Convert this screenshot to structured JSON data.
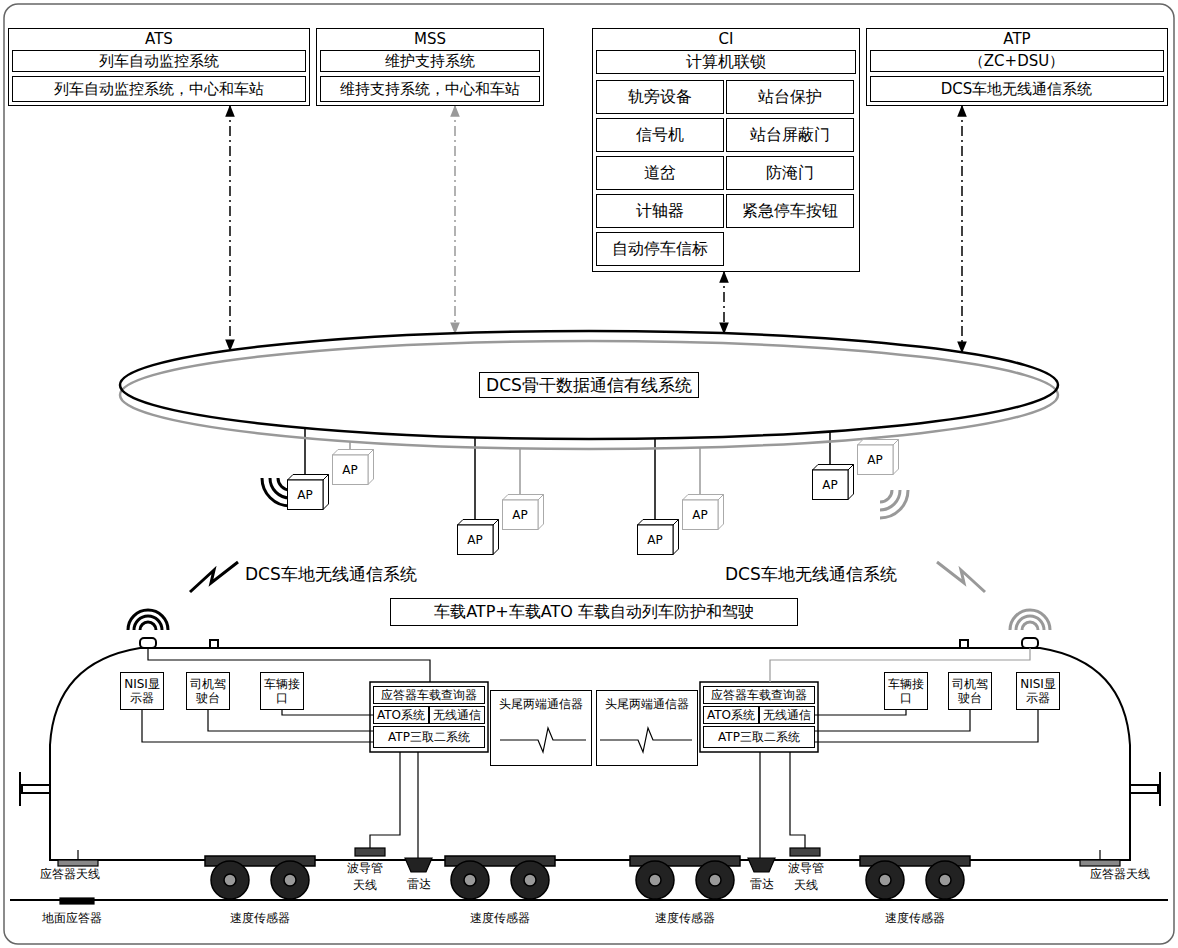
{
  "diagram": {
    "nodes": [
      {
        "text": [
          "ATS"
        ]
      },
      {
        "text": [
          "列车自动监控系统"
        ],
        "in": 0
      },
      {
        "text": [
          "列车自动监控系统，中心和车站"
        ],
        "in": 0
      },
      {
        "text": [
          "MSS"
        ]
      },
      {
        "text": [
          "维护支持系统"
        ],
        "in": 3
      },
      {
        "text": [
          "维持支持系统，中心和车站"
        ],
        "in": 3
      },
      {
        "text": [
          "CI"
        ]
      },
      {
        "text": [
          "计算机联锁"
        ],
        "in": 6
      },
      {
        "text": [
          "轨旁设备"
        ],
        "in": 6
      },
      {
        "text": [
          "站台保护"
        ],
        "in": 6
      },
      {
        "text": [
          "信号机"
        ],
        "in": 6
      },
      {
        "text": [
          "站台屏蔽门"
        ],
        "in": 6
      },
      {
        "text": [
          "道岔"
        ],
        "in": 6
      },
      {
        "text": [
          "防淹门"
        ],
        "in": 6
      },
      {
        "text": [
          "计轴器"
        ],
        "in": 6
      },
      {
        "text": [
          "紧急停车按钮"
        ],
        "in": 6
      },
      {
        "text": [
          "自动停车信标"
        ],
        "in": 6
      },
      {
        "text": [
          "ATP"
        ]
      },
      {
        "text": [
          "（ZC+DSU）"
        ],
        "in": 17
      },
      {
        "text": [
          "DCS车地无线通信系统"
        ],
        "in": 17
      },
      {
        "text": [
          "DCS骨干数据通信有线系统"
        ]
      },
      {
        "text": [
          "AP"
        ]
      },
      {
        "text": [
          "AP"
        ]
      },
      {
        "text": [
          "AP"
        ]
      },
      {
        "text": [
          "AP"
        ]
      },
      {
        "text": [
          "AP"
        ]
      },
      {
        "text": [
          "AP"
        ]
      },
      {
        "text": [
          "AP"
        ]
      },
      {
        "text": [
          "AP"
        ]
      },
      {
        "text": [
          "车载ATP+车载ATO 车载自动列车防护和驾驶"
        ]
      },
      {
        "text": [
          "NISI显示器"
        ]
      },
      {
        "text": [
          "司机驾驶台"
        ]
      },
      {
        "text": [
          "车辆接口"
        ]
      },
      {
        "text": [
          "应答器车载查询器"
        ]
      },
      {
        "text": [
          "ATO系统"
        ]
      },
      {
        "text": [
          "无线通信"
        ]
      },
      {
        "text": [
          "ATP三取二系统"
        ]
      },
      {
        "text": [
          "头尾两端通信器"
        ]
      },
      {
        "text": [
          "头尾两端通信器"
        ]
      },
      {
        "text": [
          "应答器车载查询器"
        ]
      },
      {
        "text": [
          "ATO系统"
        ]
      },
      {
        "text": [
          "无线通信"
        ]
      },
      {
        "text": [
          "ATP三取二系统"
        ]
      },
      {
        "text": [
          "车辆接口"
        ]
      },
      {
        "text": [
          "司机驾驶台"
        ]
      },
      {
        "text": [
          "NISI显示器"
        ]
      }
    ],
    "edges": [
      {
        "from": 0,
        "to": 20,
        "arrow": "both"
      },
      {
        "from": 3,
        "to": 20,
        "arrow": "both"
      },
      {
        "from": 6,
        "to": 20,
        "arrow": "both"
      },
      {
        "from": 17,
        "to": 20,
        "arrow": "both"
      },
      {
        "from": 20,
        "to": 21,
        "arrow": "none"
      },
      {
        "from": 20,
        "to": 22,
        "arrow": "none"
      },
      {
        "from": 20,
        "to": 23,
        "arrow": "none"
      },
      {
        "from": 20,
        "to": 24,
        "arrow": "none"
      },
      {
        "from": 20,
        "to": 25,
        "arrow": "none"
      },
      {
        "from": 20,
        "to": 26,
        "arrow": "none"
      },
      {
        "from": 20,
        "to": 27,
        "arrow": "none"
      },
      {
        "from": 20,
        "to": 28,
        "arrow": "none"
      },
      {
        "from": 30,
        "to": 36,
        "arrow": "none"
      },
      {
        "from": 31,
        "to": 36,
        "arrow": "none"
      },
      {
        "from": 32,
        "to": 34,
        "arrow": "none"
      },
      {
        "from": 45,
        "to": 42,
        "arrow": "none"
      },
      {
        "from": 44,
        "to": 42,
        "arrow": "none"
      },
      {
        "from": 43,
        "to": 41,
        "arrow": "none"
      }
    ],
    "labels": [
      "DCS车地无线通信系统",
      "DCS车地无线通信系统",
      "应答器天线",
      "地面应答器",
      "速度传感器",
      "波导管天线",
      "雷达",
      "速度传感器",
      "速度传感器",
      "雷达",
      "波导管天线",
      "速度传感器",
      "应答器天线"
    ]
  }
}
